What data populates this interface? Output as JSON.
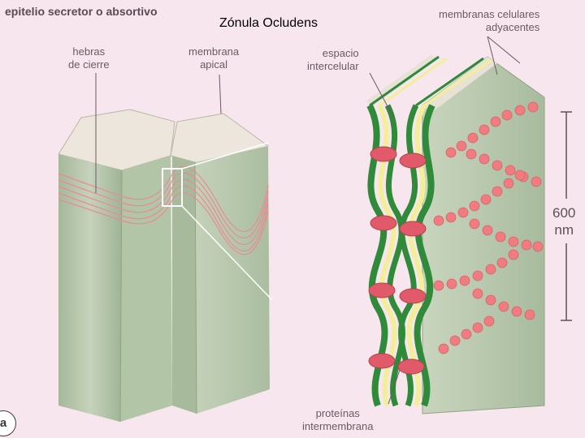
{
  "figure": {
    "heading": "epitelio secretor o absortivo",
    "title": "Zónula Ocludens",
    "panel_letter": "a"
  },
  "labels": {
    "hebras_line1": "hebras",
    "hebras_line2": "de cierre",
    "membrana_line1": "membrana",
    "membrana_line2": "apical",
    "espacio_line1": "espacio",
    "espacio_line2": "intercelular",
    "membranas_line1": "membranas celulares",
    "membranas_line2": "adyacentes",
    "proteinas_line1": "proteínas",
    "proteinas_line2": "intermembrana"
  },
  "scale_bar": {
    "value": "600",
    "unit": "nm"
  },
  "colors": {
    "background": "#f7e6ee",
    "cell_top": "#ece6dc",
    "cell_side": "#b9c8ae",
    "cell_side_dark": "#9fb494",
    "membrane_green": "#2f8a3a",
    "membrane_yellow": "#f2ee9a",
    "protein_red": "#e05a6a",
    "protein_bead": "#f07c80",
    "strand_pink": "#e98a94"
  }
}
